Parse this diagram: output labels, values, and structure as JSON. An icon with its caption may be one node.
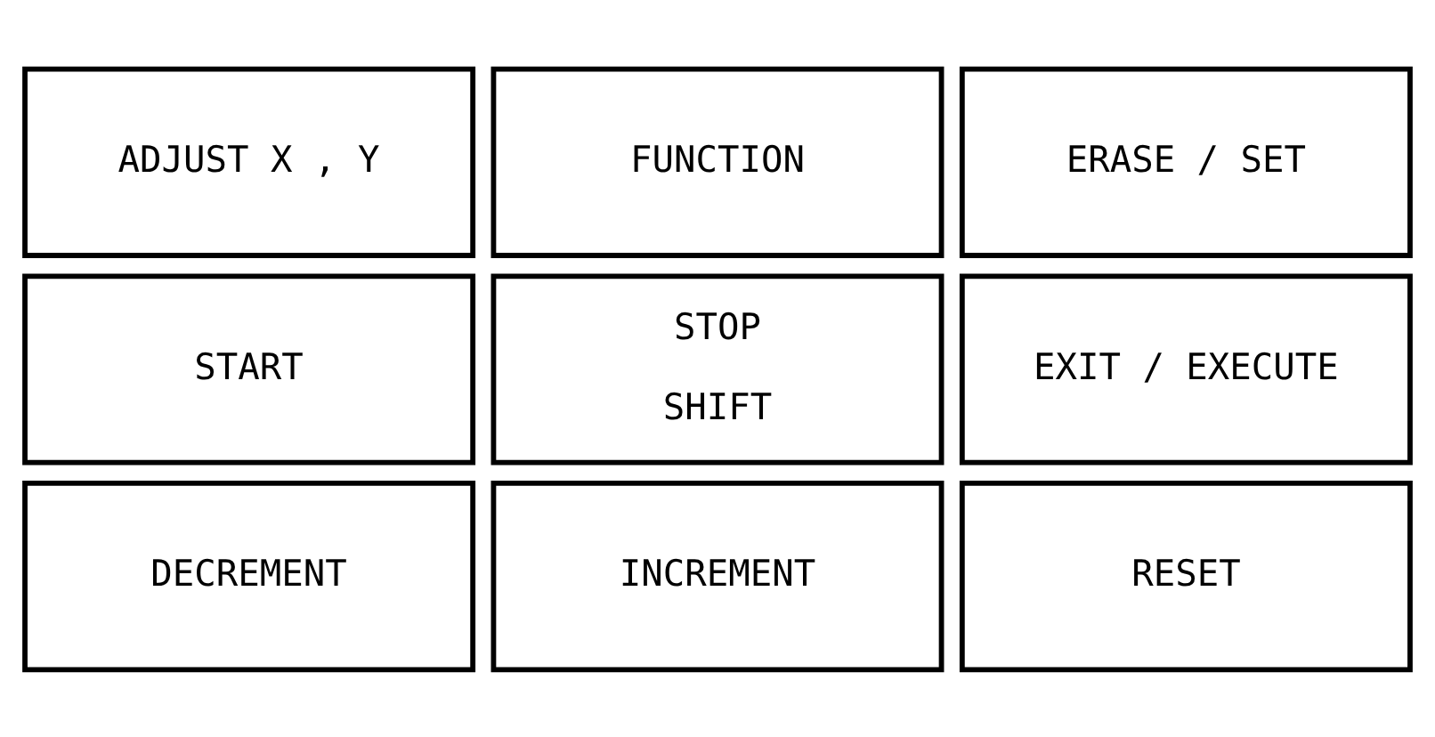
{
  "diagram": {
    "nodes": [
      {
        "text": [
          "ADJUST X , Y"
        ]
      },
      {
        "text": [
          "FUNCTION"
        ]
      },
      {
        "text": [
          "ERASE / SET"
        ]
      },
      {
        "text": [
          "START"
        ]
      },
      {
        "text": [
          "STOP",
          "SHIFT"
        ]
      },
      {
        "text": [
          "EXIT / EXECUTE"
        ]
      },
      {
        "text": [
          "DECREMENT"
        ]
      },
      {
        "text": [
          "INCREMENT"
        ]
      },
      {
        "text": [
          "RESET"
        ]
      }
    ],
    "edges": []
  }
}
